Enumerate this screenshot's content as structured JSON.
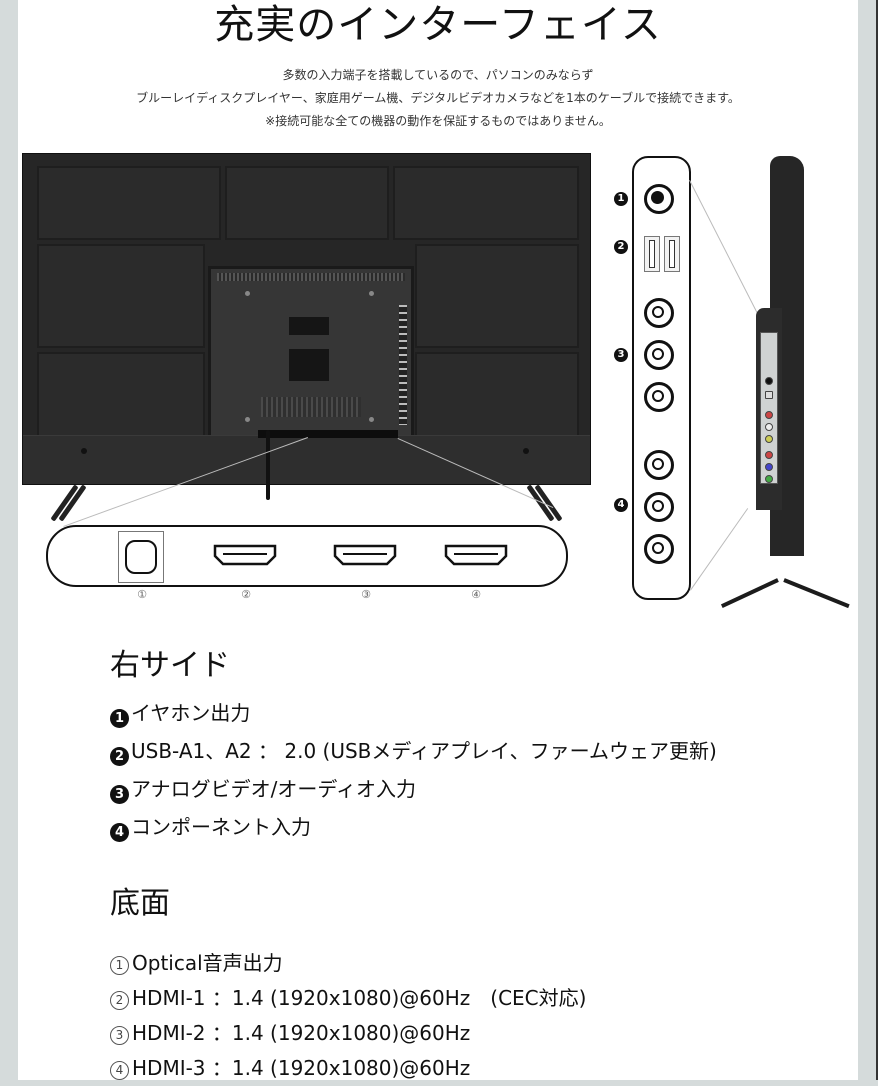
{
  "header": {
    "title": "充実のインターフェイス",
    "description": [
      "多数の入力端子を搭載しているので、パソコンのみならず",
      "ブルーレイディスクプレイヤー、家庭用ゲーム機、デジタルビデオカメラなどを1本のケーブルで接続できます。",
      "※接続可能な全ての機器の動作を保証するものではありません。"
    ]
  },
  "diagram": {
    "bottom_port_numbers": [
      "①",
      "②",
      "③",
      "④"
    ],
    "side_port_labels": [
      "1",
      "2",
      "3",
      "4"
    ],
    "bottom_ports": [
      "optical-port",
      "hdmi-port",
      "hdmi-port",
      "hdmi-port"
    ],
    "side_ports": [
      "earphone-jack",
      "usb-a1",
      "usb-a2",
      "rca-jack",
      "rca-jack",
      "rca-jack",
      "rca-jack",
      "rca-jack",
      "rca-jack"
    ]
  },
  "right_side": {
    "heading": "右サイド",
    "items": [
      {
        "marker": "1",
        "text": "イヤホン出力"
      },
      {
        "marker": "2",
        "text": "USB-A1、A2 ： 2.0 (USBメディアプレイ、ファームウェア更新)"
      },
      {
        "marker": "3",
        "text": "アナログビデオ/オーディオ入力"
      },
      {
        "marker": "4",
        "text": "コンポーネント入力"
      }
    ]
  },
  "bottom": {
    "heading": "底面",
    "items": [
      {
        "marker": "1",
        "text": "Optical音声出力"
      },
      {
        "marker": "2",
        "text": "HDMI-1 ：1.4 (1920x1080)@60Hz　(CEC対応)"
      },
      {
        "marker": "3",
        "text": "HDMI-2 ：1.4 (1920x1080)@60Hz"
      },
      {
        "marker": "4",
        "text": "HDMI-3 ：1.4 (1920x1080)@60Hz"
      }
    ]
  },
  "colors": {
    "page_bg": "#ffffff",
    "outer_bg": "#d5dbdb",
    "tv_body": "#262626",
    "text": "#111111"
  }
}
